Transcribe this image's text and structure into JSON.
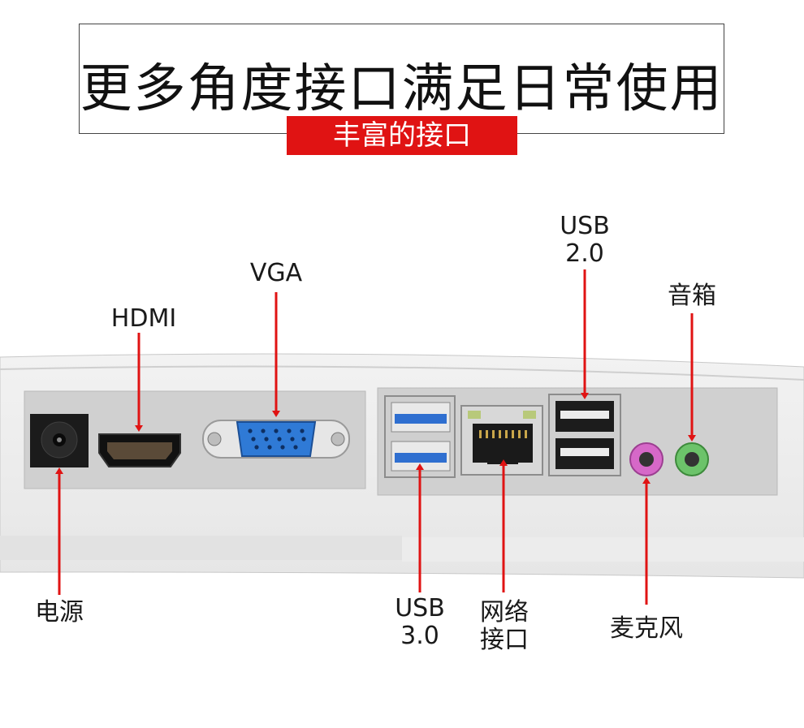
{
  "header": {
    "title": "更多角度接口满足日常使用",
    "badge": "丰富的接口"
  },
  "ports": {
    "hdmi": "HDMI",
    "vga": "VGA",
    "usb2_line1": "USB",
    "usb2_line2": "2.0",
    "speaker": "音箱",
    "power": "电源",
    "usb3_line1": "USB",
    "usb3_line2": "3.0",
    "network_line1": "网络",
    "network_line2": "接口",
    "microphone": "麦克风"
  },
  "colors": {
    "accent_red": "#e01313",
    "usb3_blue": "#2f6fd0",
    "vga_blue": "#2f7ad6",
    "mic_pink": "#d668c8",
    "speaker_green": "#6cc36a",
    "panel_gray": "#d2d2d2"
  }
}
